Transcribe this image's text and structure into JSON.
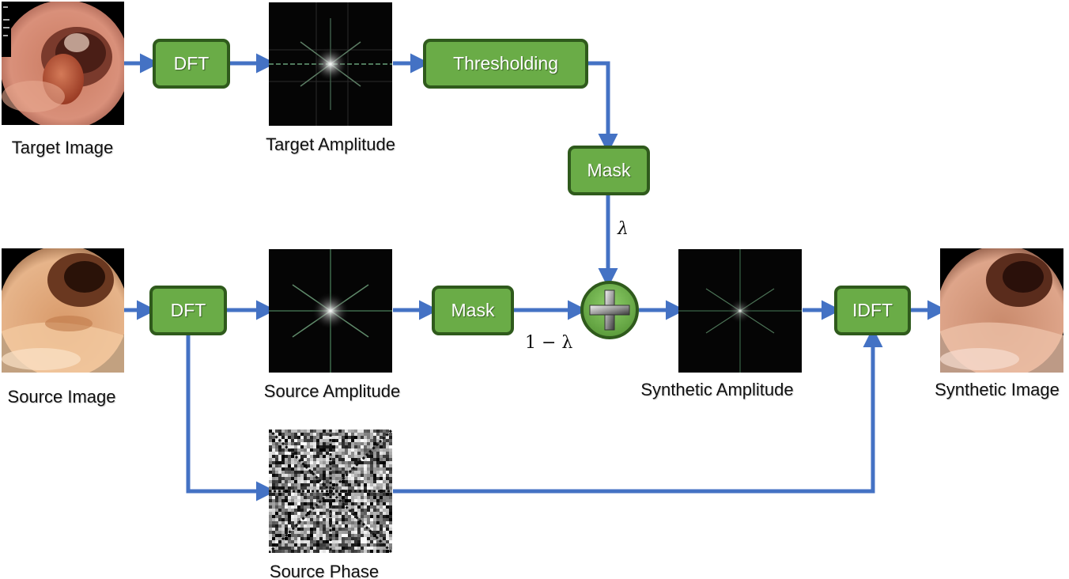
{
  "images": {
    "target_image": {
      "label": "Target Image"
    },
    "target_amplitude": {
      "label": "Target Amplitude"
    },
    "source_image": {
      "label": "Source Image"
    },
    "source_amplitude": {
      "label": "Source Amplitude"
    },
    "source_phase": {
      "label": "Source Phase"
    },
    "synthetic_amplitude": {
      "label": "Synthetic Amplitude"
    },
    "synthetic_image": {
      "label": "Synthetic Image"
    }
  },
  "boxes": {
    "dft_top": "DFT",
    "thresholding": "Thresholding",
    "mask_top": "Mask",
    "dft_bottom": "DFT",
    "mask_bottom": "Mask",
    "idft": "IDFT"
  },
  "weights": {
    "lambda": "λ",
    "one_minus_lambda": "1 − λ"
  },
  "colors": {
    "box_fill": "#6aac47",
    "box_border": "#2f5a1c",
    "arrow": "#4472c4"
  }
}
